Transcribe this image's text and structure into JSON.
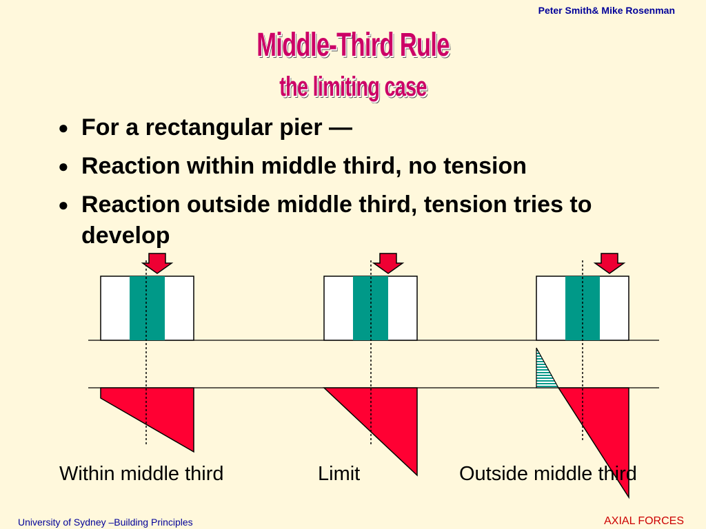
{
  "header": {
    "authors": "Peter Smith& Mike Rosenman",
    "title": "Middle-Third Rule",
    "subtitle": "the limiting case"
  },
  "bullets": [
    "For a rectangular pier —",
    "Reaction within middle third, no tension",
    "Reaction outside middle third, tension tries to develop"
  ],
  "bullet_glyph": "●",
  "diagram": {
    "cases": [
      {
        "caption": "Within middle third"
      },
      {
        "caption": "Limit"
      },
      {
        "caption": "Outside middle third"
      }
    ],
    "colors": {
      "middle_third": "#009988",
      "arrow": "#EE0033",
      "compression": "#FF0033",
      "tension_hatch": "#009988",
      "outline": "#000000"
    }
  },
  "footer": {
    "left": "University of Sydney –Building Principles",
    "right": "AXIAL FORCES"
  }
}
